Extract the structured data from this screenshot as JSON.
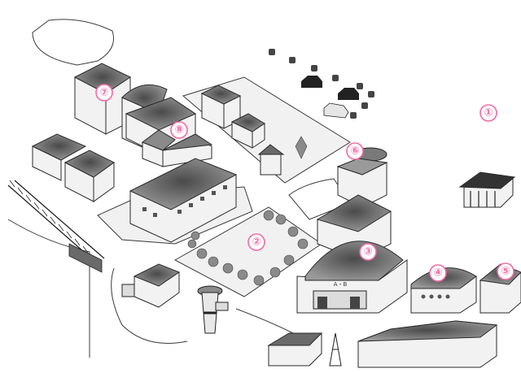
{
  "map": {
    "markers": [
      {
        "id": "marker-1",
        "label": "①"
      },
      {
        "id": "marker-2",
        "label": "②"
      },
      {
        "id": "marker-3",
        "label": "③"
      },
      {
        "id": "marker-4",
        "label": "④"
      },
      {
        "id": "marker-5",
        "label": "⑤"
      },
      {
        "id": "marker-6",
        "label": "⑥"
      },
      {
        "id": "marker-7",
        "label": "⑦"
      },
      {
        "id": "marker-8",
        "label": "⑧"
      }
    ],
    "hangar_sign": "A・B",
    "colors": {
      "marker": "#f06aa6",
      "roof_dark": "#5a5a5a",
      "roof_mid": "#8c8c8c",
      "wall": "#f2f2f2",
      "lot": "#f1f1f1"
    }
  }
}
